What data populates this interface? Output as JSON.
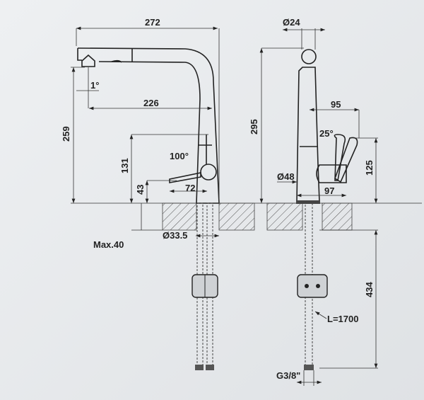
{
  "side_view": {
    "width_total": "272",
    "spout_reach": "226",
    "spout_angle": "1°",
    "height_spout": "259",
    "handle_height": "131",
    "lever_height": "43",
    "lever_angle": "100°",
    "lever_length": "72",
    "hole_diameter": "Ø33.5",
    "max_thickness": "Max.40"
  },
  "front_view": {
    "top_diameter": "Ø24",
    "total_height": "295",
    "handle_reach": "95",
    "handle_angle": "25°",
    "handle_height": "125",
    "base_diameter": "Ø48",
    "base_reach": "97",
    "hose_length": "L=1700",
    "hose_depth": "434",
    "thread": "G3/8\""
  }
}
